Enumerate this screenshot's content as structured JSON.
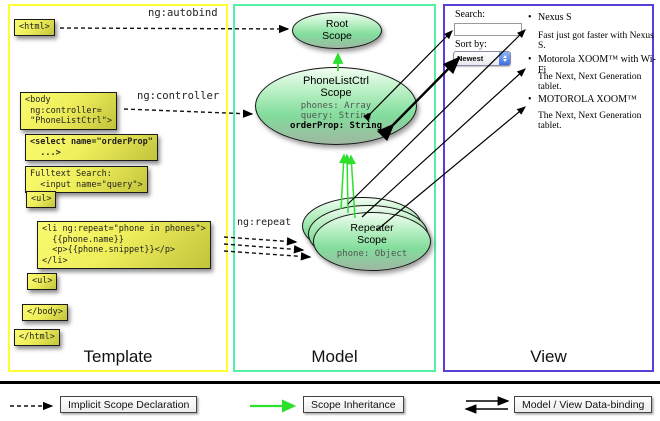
{
  "columns": {
    "template_label": "Template",
    "model_label": "Model",
    "view_label": "View"
  },
  "template": {
    "html_open": "<html>",
    "body_open": "<body\n ng:controller=\n \"PhoneListCtrl\">",
    "select_box": "<select name=\"orderProp\"\n  ...>",
    "fulltext_box": "Fulltext Search:\n  <input name=\"query\">",
    "ul_open": "<ul>",
    "li_repeat": "<li ng:repeat=\"phone in phones\">\n  {{phone.name}}\n  <p>{{phone.snippet}}</p>\n</li>",
    "ul_close": "<ul>",
    "body_close": "</body>",
    "html_close": "</html>",
    "autobind_label": "ng:autobind",
    "controller_label": "ng:controller",
    "repeat_label": "ng:repeat"
  },
  "model": {
    "root_scope_title": "Root\nScope",
    "phonelist_title": "PhoneListCtrl\nScope",
    "phonelist_prop1": "phones: Array",
    "phonelist_prop2": "query: String",
    "phonelist_prop3": "orderProp: String",
    "repeater_title": "Repeater\nScope",
    "repeater_prop": "phone: Object"
  },
  "view": {
    "search_label": "Search:",
    "search_value": "",
    "sort_label": "Sort by:",
    "sort_value": "Newest",
    "items": [
      {
        "title": "Nexus S",
        "desc": "Fast just got faster with Nexus S."
      },
      {
        "title": "Motorola XOOM™ with Wi-Fi",
        "desc": "The Next, Next Generation tablet."
      },
      {
        "title": "MOTOROLA XOOM™",
        "desc": "The Next, Next Generation tablet."
      }
    ]
  },
  "legend": {
    "implicit_label": "Implicit Scope Declaration",
    "inheritance_label": "Scope Inheritance",
    "binding_label": "Model / View Data-binding"
  },
  "colors": {
    "template_border": "#ffff33",
    "model_border": "#55efa8",
    "view_border": "#5a3cd8",
    "arrow_green": "#2ce02c",
    "scope_fill": "#82dd9c",
    "codebox_fill": "#efef5c"
  }
}
